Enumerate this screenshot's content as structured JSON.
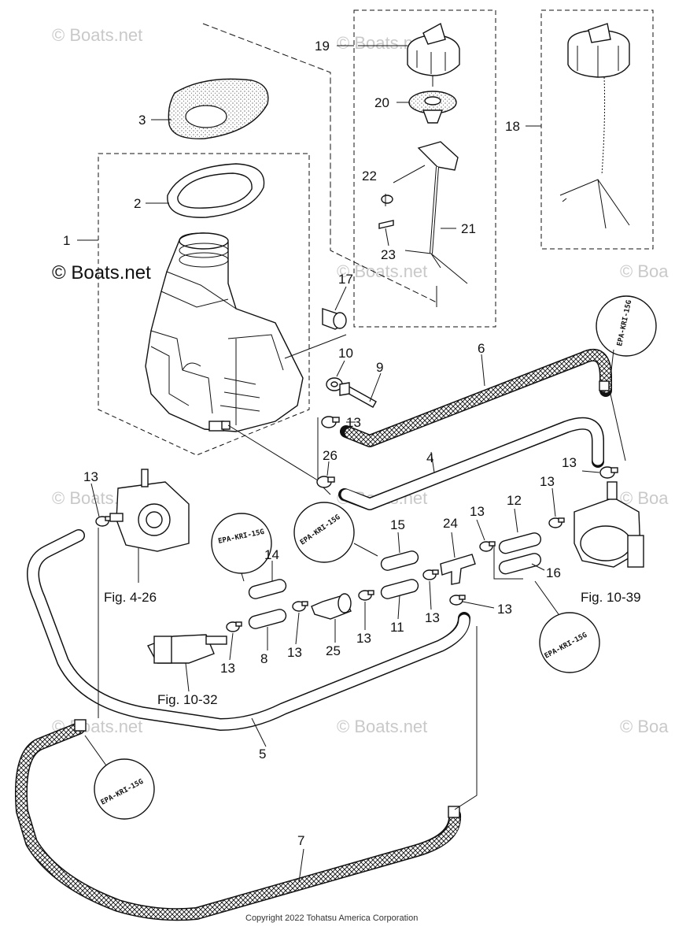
{
  "watermarks": {
    "main": "© Boats.net",
    "faint": "© Boats.net",
    "faint_short": "© Boa"
  },
  "callouts": {
    "c1": "1",
    "c2": "2",
    "c3": "3",
    "c4": "4",
    "c5": "5",
    "c6": "6",
    "c7": "7",
    "c8": "8",
    "c9": "9",
    "c10": "10",
    "c11": "11",
    "c12": "12",
    "c13": "13",
    "c14": "14",
    "c15": "15",
    "c16": "16",
    "c17": "17",
    "c18": "18",
    "c19": "19",
    "c20": "20",
    "c21": "21",
    "c22": "22",
    "c23": "23",
    "c24": "24",
    "c25": "25",
    "c26": "26"
  },
  "figure_refs": {
    "fig_4_26": "Fig. 4-26",
    "fig_10_32": "Fig. 10-32",
    "fig_10_39": "Fig. 10-39"
  },
  "hose_tag": "EPA-KRI-15G",
  "copyright": "Copyright 2022 Tohatsu America Corporation"
}
